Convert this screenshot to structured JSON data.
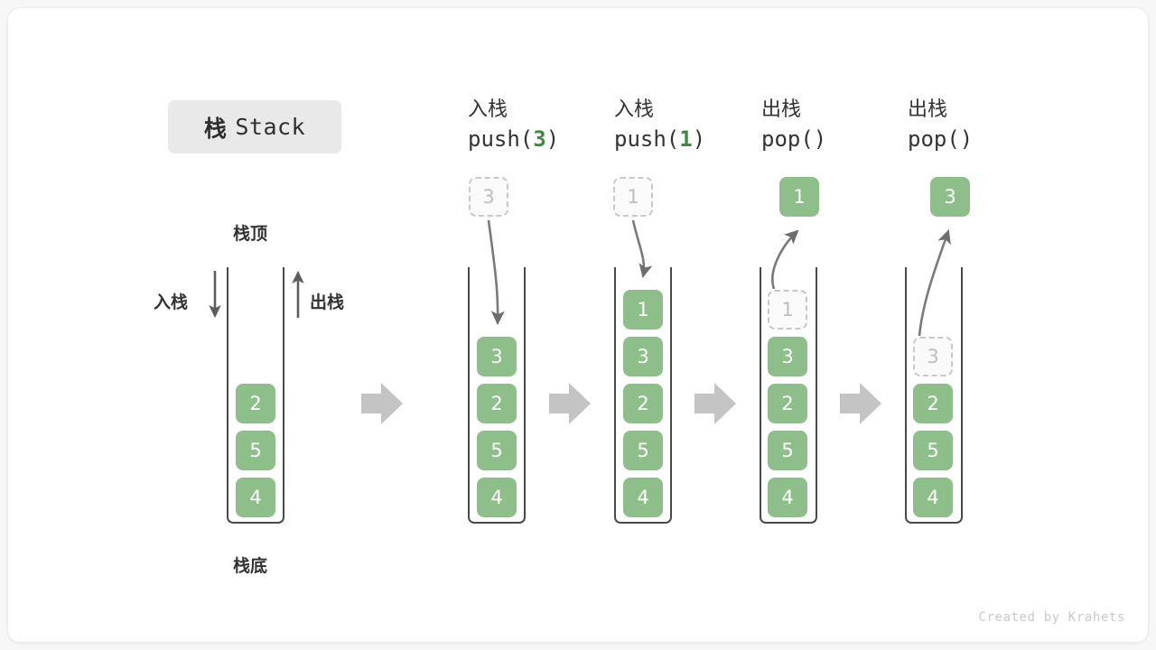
{
  "title": {
    "cn": "栈",
    "en": "Stack"
  },
  "labels": {
    "top": "栈顶",
    "bottom": "栈底",
    "push_side": "入栈",
    "pop_side": "出栈"
  },
  "colors": {
    "cell_fill": "#8ebf8a",
    "cell_text": "#ffffff",
    "ghost_border": "#c8c8c8",
    "ghost_text": "#bdbdbd",
    "arg_green": "#3c8c40",
    "arrow_gray": "#6e6e6e",
    "step_arrow": "#c4c4c4",
    "chip_bg": "#e9e9e9"
  },
  "credit": "Created by Krahets",
  "columns": [
    {
      "id": "initial",
      "head_cn": "",
      "head_op_prefix": "",
      "head_op_arg": "",
      "head_op_suffix": "",
      "cells": [
        "2",
        "5",
        "4"
      ],
      "ghost_in_stack": null,
      "external_cell": null
    },
    {
      "id": "push3",
      "head_cn": "入栈",
      "head_op_prefix": "push(",
      "head_op_arg": "3",
      "head_op_suffix": ")",
      "cells": [
        "3",
        "2",
        "5",
        "4"
      ],
      "ghost_in_stack": null,
      "external_cell": {
        "value": "3",
        "style": "ghost"
      }
    },
    {
      "id": "push1",
      "head_cn": "入栈",
      "head_op_prefix": "push(",
      "head_op_arg": "1",
      "head_op_suffix": ")",
      "cells": [
        "1",
        "3",
        "2",
        "5",
        "4"
      ],
      "ghost_in_stack": null,
      "external_cell": {
        "value": "1",
        "style": "ghost"
      }
    },
    {
      "id": "pop1",
      "head_cn": "出栈",
      "head_op_prefix": "pop(",
      "head_op_arg": "",
      "head_op_suffix": ")",
      "cells": [
        "3",
        "2",
        "5",
        "4"
      ],
      "ghost_in_stack": {
        "value": "1",
        "slot": 0
      },
      "external_cell": {
        "value": "1",
        "style": "solid"
      }
    },
    {
      "id": "pop3",
      "head_cn": "出栈",
      "head_op_prefix": "pop(",
      "head_op_arg": "",
      "head_op_suffix": ")",
      "cells": [
        "2",
        "5",
        "4"
      ],
      "ghost_in_stack": {
        "value": "3",
        "slot": 1
      },
      "external_cell": {
        "value": "3",
        "style": "solid"
      }
    }
  ],
  "step_arrows": [
    "→",
    "→",
    "→",
    "→"
  ]
}
